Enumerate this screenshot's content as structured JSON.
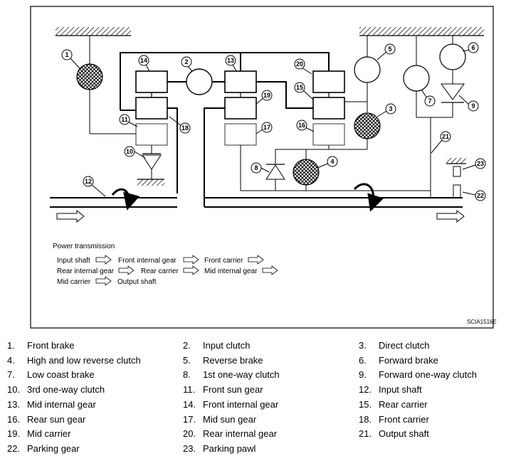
{
  "diagram": {
    "figure_code": "SCIA1516E",
    "power_transmission": {
      "title": "Power transmission",
      "lines": [
        [
          "Input shaft",
          "Front internal gear",
          "Front carrier"
        ],
        [
          "Rear internal gear",
          "Rear carrier",
          "Mid internal gear"
        ],
        [
          "Mid carrier",
          "Output shaft"
        ]
      ]
    },
    "callouts": [
      "1",
      "2",
      "3",
      "4",
      "5",
      "6",
      "7",
      "8",
      "9",
      "10",
      "11",
      "12",
      "13",
      "14",
      "15",
      "16",
      "17",
      "18",
      "19",
      "20",
      "21",
      "22",
      "23"
    ]
  },
  "legend": [
    {
      "num": "1.",
      "label": "Front brake"
    },
    {
      "num": "2.",
      "label": "Input clutch"
    },
    {
      "num": "3.",
      "label": "Direct clutch"
    },
    {
      "num": "4.",
      "label": "High and low reverse clutch"
    },
    {
      "num": "5.",
      "label": "Reverse brake"
    },
    {
      "num": "6.",
      "label": "Forward brake"
    },
    {
      "num": "7.",
      "label": "Low coast brake"
    },
    {
      "num": "8.",
      "label": "1st one-way clutch"
    },
    {
      "num": "9.",
      "label": "Forward one-way clutch"
    },
    {
      "num": "10.",
      "label": "3rd one-way clutch"
    },
    {
      "num": "11.",
      "label": "Front sun gear"
    },
    {
      "num": "12.",
      "label": "Input shaft"
    },
    {
      "num": "13.",
      "label": "Mid internal gear"
    },
    {
      "num": "14.",
      "label": "Front internal gear"
    },
    {
      "num": "15.",
      "label": "Rear carrier"
    },
    {
      "num": "16.",
      "label": "Rear sun gear"
    },
    {
      "num": "17.",
      "label": "Mid sun gear"
    },
    {
      "num": "18.",
      "label": "Front carrier"
    },
    {
      "num": "19.",
      "label": "Mid carrier"
    },
    {
      "num": "20.",
      "label": "Rear internal gear"
    },
    {
      "num": "21.",
      "label": "Output shaft"
    },
    {
      "num": "22.",
      "label": "Parking gear"
    },
    {
      "num": "23.",
      "label": "Parking pawl"
    }
  ]
}
